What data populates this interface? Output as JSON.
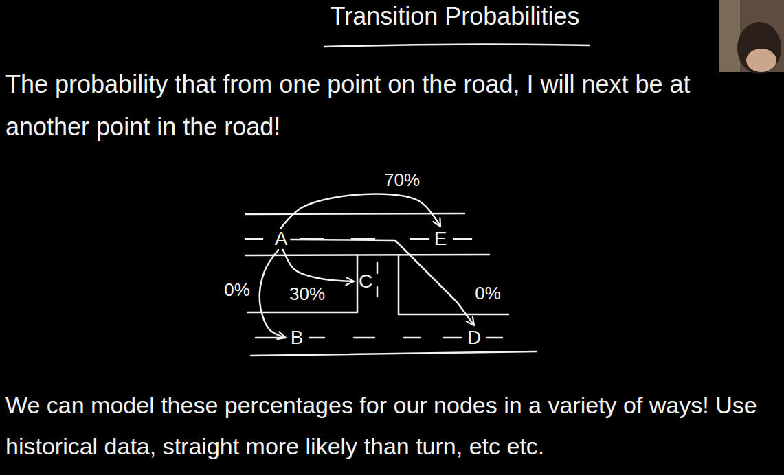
{
  "diagram": {
    "title": "Transition Probabilities",
    "nodes": [
      {
        "text": [
          "A"
        ]
      },
      {
        "text": [
          "E"
        ]
      },
      {
        "text": [
          "C"
        ]
      },
      {
        "text": [
          "B"
        ]
      },
      {
        "text": [
          "D"
        ]
      }
    ],
    "edges": [
      {
        "from": 0,
        "to": 1,
        "label": "70%",
        "arrow": "to"
      },
      {
        "from": 0,
        "to": 2,
        "label": "30%",
        "arrow": "to"
      },
      {
        "from": 0,
        "to": 3,
        "label": "0%",
        "arrow": "to"
      },
      {
        "from": 0,
        "to": 4,
        "label": "0%",
        "arrow": "to"
      }
    ],
    "labels": [
      "The probability that from one point on the road, I will next be at another point in the road!",
      "We can model these percentages for our nodes in a variety of ways! Use historical data, straight more likely than turn, etc etc."
    ]
  }
}
